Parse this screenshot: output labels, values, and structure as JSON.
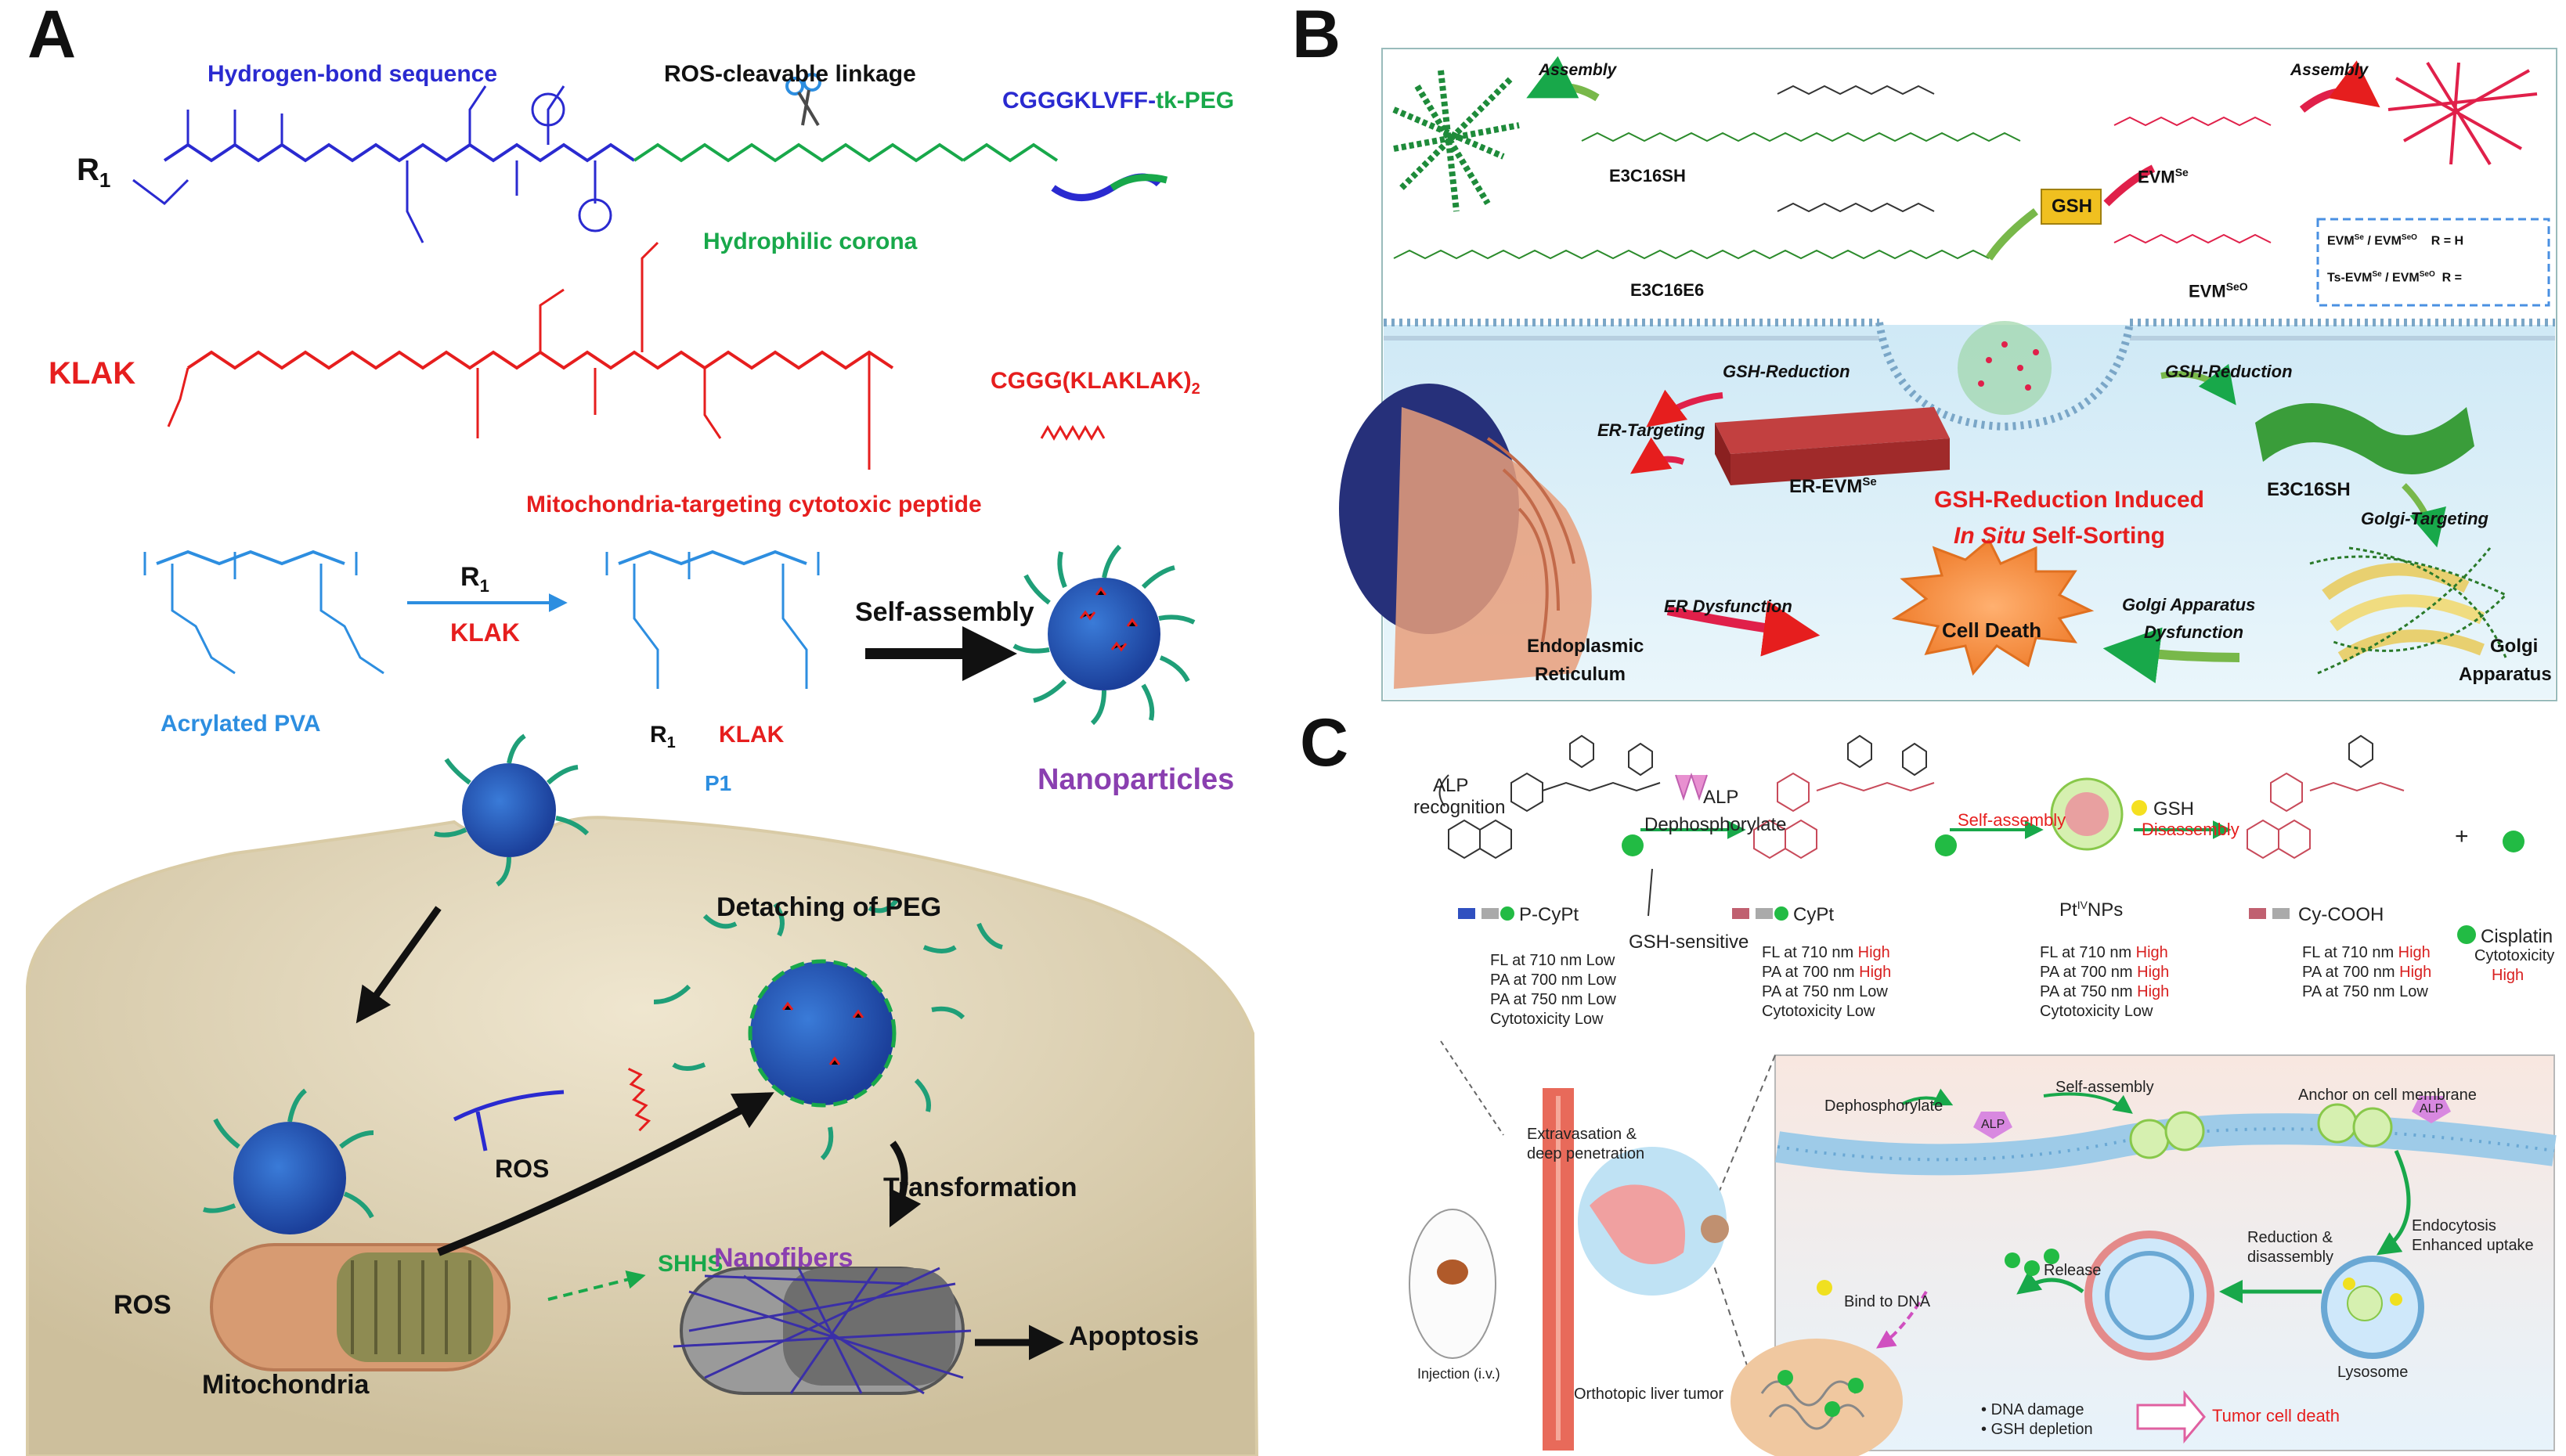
{
  "panels": {
    "a": "A",
    "b": "B",
    "c": "C"
  },
  "panelA": {
    "hydrogen_bond_sequence": "Hydrogen-bond sequence",
    "ros_cleavable_linkage": "ROS-cleavable linkage",
    "r1": "R",
    "r1_sub": "1",
    "peptide_r1": "CGGGKLVFF-",
    "peptide_r1_suffix": "tk-PEG",
    "hydrophilic_corona": "Hydrophilic corona",
    "klak": "KLAK",
    "klak_peptide": "CGGG(KLAKLAK)",
    "klak_peptide_sub": "2",
    "mito_peptide": "Mitochondria-targeting cytotoxic peptide",
    "acrylated_pva": "Acrylated PVA",
    "arrow_r1": "R",
    "arrow_r1_sub": "1",
    "arrow_klak": "KLAK",
    "p1": "P1",
    "self_assembly": "Self-assembly",
    "nanoparticles": "Nanoparticles",
    "p1_r1": "R",
    "p1_r1_sub": "1",
    "p1_klak": "KLAK",
    "detaching_peg": "Detaching of PEG",
    "ros_center": "ROS",
    "ros_left": "ROS",
    "transformation": "Transformation",
    "shhs": "SHHS",
    "nanofibers": "Nanofibers",
    "mitochondria": "Mitochondria",
    "apoptosis": "Apoptosis"
  },
  "panelB": {
    "assembly_left": "Assembly",
    "assembly_right": "Assembly",
    "e3c16sh": "E3C16SH",
    "e3c16e6": "E3C16E6",
    "gsh": "GSH",
    "evm_se": "EVM",
    "evm_se_sup": "Se",
    "evm_seo": "EVM",
    "evm_seo_sup": "SeO",
    "legend_row1_a": "EVM",
    "legend_row1_a_sup": "Se",
    "legend_row1_sep": " / EVM",
    "legend_row1_b_sup": "SeO",
    "legend_row1_r": "R = H",
    "legend_row2_a": "Ts-EVM",
    "legend_row2_a_sup": "Se",
    "legend_row2_sep": " / EVM",
    "legend_row2_b_sup": "SeO",
    "legend_row2_r": "R =",
    "gsh_reduction_left": "GSH-Reduction",
    "gsh_reduction_right": "GSH-Reduction",
    "er_targeting": "ER-Targeting",
    "er_evm": "ER-EVM",
    "er_evm_sup": "Se",
    "induced_line1": "GSH-Reduction Induced",
    "induced_line2_a": "In Situ",
    "induced_line2_b": " Self-Sorting",
    "e3c16sh_2": "E3C16SH",
    "golgi_targeting": "Golgi-Targeting",
    "er_dysfunction": "ER Dysfunction",
    "cell_death": "Cell Death",
    "golgi_dysfunction_1": "Golgi Apparatus",
    "golgi_dysfunction_2": "Dysfunction",
    "er_1": "Endoplasmic",
    "er_2": "Reticulum",
    "golgi_1": "Golgi",
    "golgi_2": "Apparatus"
  },
  "panelC": {
    "alp_recognition_1": "ALP",
    "alp_recognition_2": "recognition",
    "alp": "ALP",
    "dephosphorylate": "Dephosphorylate",
    "self_assembly": "Self-assembly",
    "gsh": "GSH",
    "disassembly": "Disassembly",
    "plus": "+",
    "p_cypt": "P-CyPt",
    "gsh_sensitive": "GSH-sensitive",
    "cypt": "CyPt",
    "pt_nps": "Pt",
    "pt_nps_sup": "IV",
    "pt_nps_rest": "NPs",
    "cy_cooh": "Cy-COOH",
    "cisplatin": "Cisplatin",
    "tables": [
      {
        "rows": [
          [
            "FL at 710 nm",
            "Low"
          ],
          [
            "PA at 700 nm",
            "Low"
          ],
          [
            "PA at 750 nm",
            "Low"
          ],
          [
            "Cytotoxicity",
            "Low"
          ]
        ]
      },
      {
        "rows": [
          [
            "FL at 710 nm",
            "High"
          ],
          [
            "PA at 700 nm",
            "High"
          ],
          [
            "PA at 750 nm",
            "Low"
          ],
          [
            "Cytotoxicity",
            "Low"
          ]
        ]
      },
      {
        "rows": [
          [
            "FL at 710 nm",
            "High"
          ],
          [
            "PA at 700 nm",
            "High"
          ],
          [
            "PA at 750 nm",
            "High"
          ],
          [
            "Cytotoxicity",
            "Low"
          ]
        ]
      },
      {
        "rows": [
          [
            "FL at 710 nm",
            "High"
          ],
          [
            "PA at 700 nm",
            "High"
          ],
          [
            "PA at 750 nm",
            "Low"
          ]
        ]
      }
    ],
    "cytotoxicity_label": "Cytotoxicity",
    "cytotoxicity_value": "High",
    "extravasation_1": "Extravasation &",
    "extravasation_2": "deep penetration",
    "injection": "Injection (i.v.)",
    "orthotopic": "Orthotopic liver tumor",
    "dephosphorylate_2": "Dephosphorylate",
    "self_assembly_2": "Self-assembly",
    "anchor": "Anchor on cell membrane",
    "alp_tag_1": "ALP",
    "alp_tag_2": "ALP",
    "endocytosis_1": "Endocytosis",
    "endocytosis_2": "Enhanced uptake",
    "release": "Release",
    "reduction_1": "Reduction &",
    "reduction_2": "disassembly",
    "bind_dna": "Bind to DNA",
    "lysosome": "Lysosome",
    "dna_damage": "DNA damage",
    "gsh_depletion": "GSH depletion",
    "tumor_cell_death": "Tumor cell death"
  },
  "colors": {
    "blue": "#2a2ad0",
    "red": "#e61e1e",
    "green": "#18a84a",
    "purple": "#8a3fb0",
    "lightblue": "#2d8ee0",
    "pink_red": "#e0204a"
  }
}
